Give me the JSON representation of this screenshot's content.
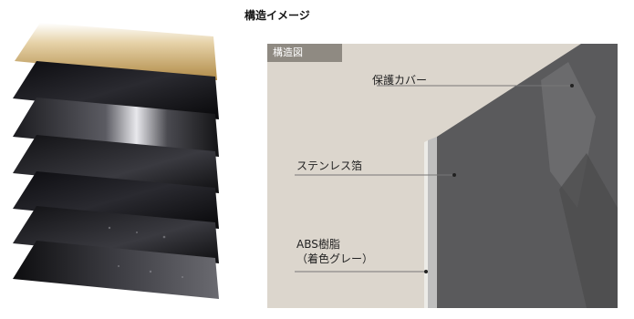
{
  "section_title": "構造イメージ",
  "diagram": {
    "tag": "構造図",
    "labels": {
      "protective_cover": "保護カバー",
      "stainless_foil": "ステンレス箔",
      "abs_line1": "ABS樹脂",
      "abs_line2": "（着色グレー）"
    }
  },
  "colors": {
    "diagram_bg": "#dcd6cd",
    "tag_bg": "#8f8a82",
    "panel_dark": "#555555",
    "top_layer": "#c8a86a"
  }
}
